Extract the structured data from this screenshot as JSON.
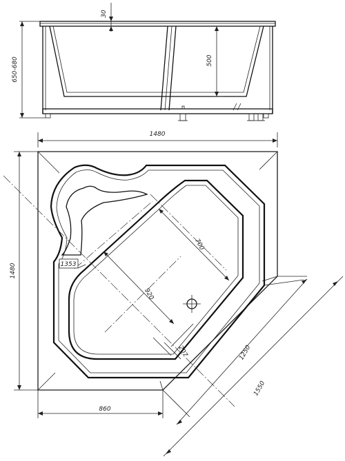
{
  "side_view": {
    "dim_rim": "30",
    "dim_depth": "500",
    "dim_height": "650-680"
  },
  "plan_view": {
    "dim_width": "1480",
    "dim_height": "1480",
    "dim_inner_length": "920",
    "dim_inner_width": "700",
    "dim_seat": "1353",
    "dim_drain": "207",
    "dim_diag_inner": "1250",
    "dim_diag_outer": "1550",
    "dim_bottom": "860"
  }
}
